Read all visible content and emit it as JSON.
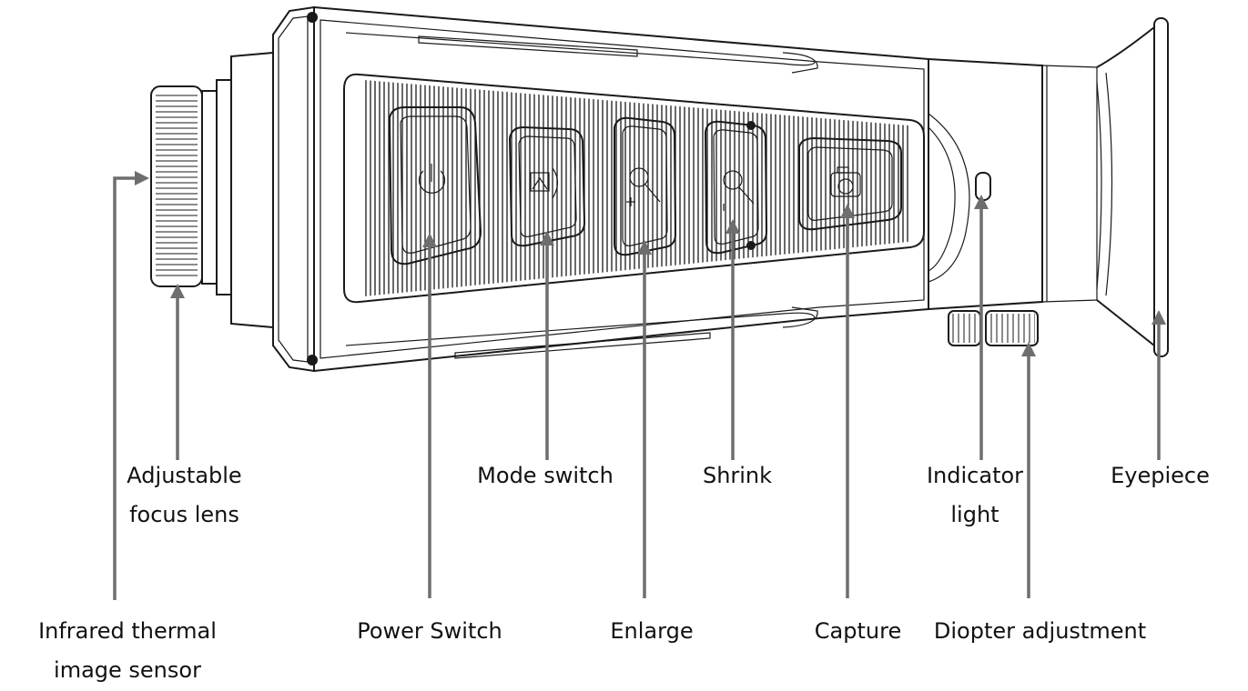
{
  "labels": {
    "focus_lens": [
      "Adjustable",
      "focus lens"
    ],
    "sensor": [
      "Infrared thermal",
      "image sensor"
    ],
    "power": "Power Switch",
    "mode": "Mode switch",
    "enlarge": "Enlarge",
    "shrink": "Shrink",
    "capture": "Capture",
    "indicator": [
      "Indicator",
      "light"
    ],
    "diopter": "Diopter adjustment",
    "eyepiece": "Eyepiece"
  },
  "icons": [
    "power-icon",
    "mode-switch-icon",
    "zoom-in-icon",
    "zoom-out-icon",
    "camera-icon"
  ],
  "colors": {
    "outline": "#1a1a1a",
    "pointer": "#6e6e6e",
    "background": "#ffffff"
  }
}
